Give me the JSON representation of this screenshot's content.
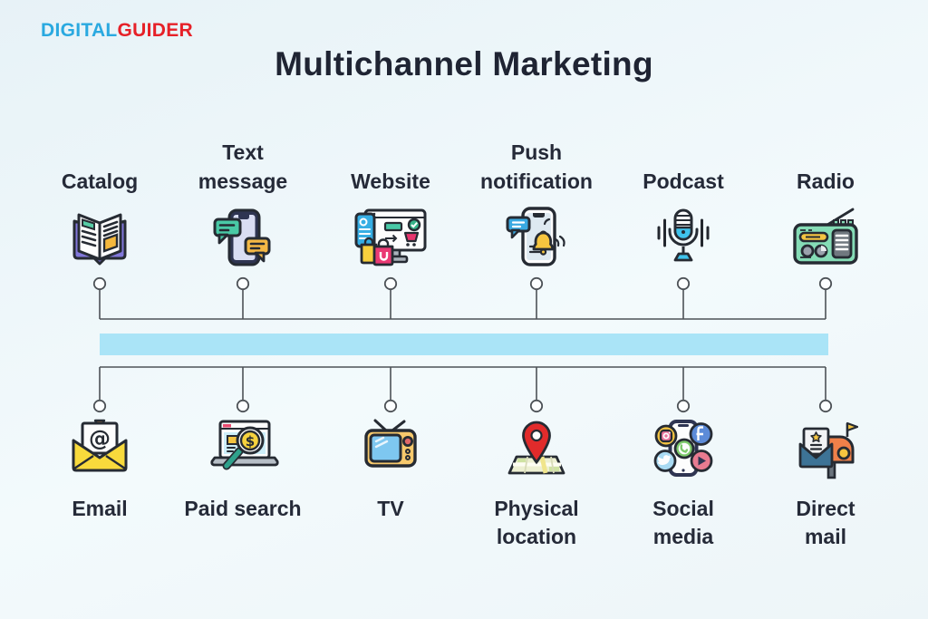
{
  "brand": {
    "part1": "DIGITAL",
    "part2": "GUIDER"
  },
  "title": "Multichannel Marketing",
  "palette": {
    "background": "#edf5f8",
    "timeline_bar": "#aae4f7",
    "connector_line": "#4d5257",
    "title_text": "#1f2433",
    "label_text": "#252a38",
    "logo_blue": "#2aa9e0",
    "logo_red": "#e62129"
  },
  "channels": {
    "top": [
      {
        "label": "Catalog",
        "icon": "catalog-icon"
      },
      {
        "label": "Text\nmessage",
        "icon": "text-message-icon"
      },
      {
        "label": "Website",
        "icon": "website-icon"
      },
      {
        "label": "Push\nnotification",
        "icon": "push-notification-icon"
      },
      {
        "label": "Podcast",
        "icon": "podcast-icon"
      },
      {
        "label": "Radio",
        "icon": "radio-icon"
      }
    ],
    "bottom": [
      {
        "label": "Email",
        "icon": "email-icon"
      },
      {
        "label": "Paid search",
        "icon": "paid-search-icon"
      },
      {
        "label": "TV",
        "icon": "tv-icon"
      },
      {
        "label": "Physical\nlocation",
        "icon": "physical-location-icon"
      },
      {
        "label": "Social\nmedia",
        "icon": "social-media-icon"
      },
      {
        "label": "Direct\nmail",
        "icon": "direct-mail-icon"
      }
    ]
  }
}
